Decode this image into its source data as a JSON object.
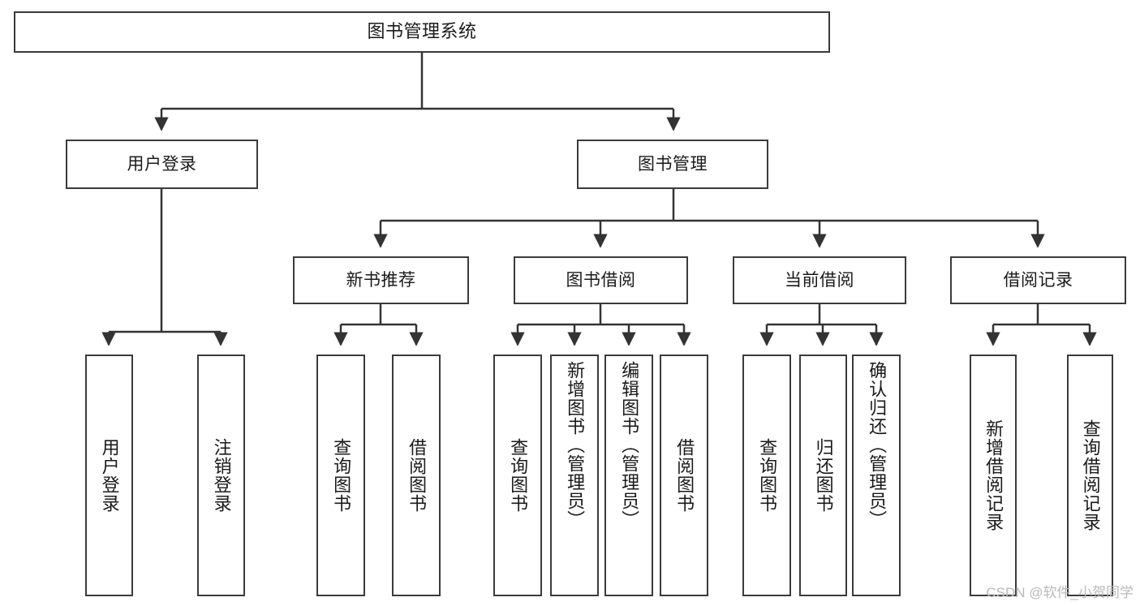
{
  "diagram": {
    "title": "图书管理系统",
    "type": "tree-hierarchy-diagram",
    "orientation": "top-down",
    "colors": {
      "box_border": "#3b3b3b",
      "box_fill": "#ffffff",
      "edge": "#333333",
      "text": "#1a1a1a",
      "watermark": "#b9b9b9",
      "background": "#ffffff"
    }
  },
  "nodes": {
    "root": {
      "label": "图书管理系统"
    },
    "level1": [
      {
        "label": "用户登录"
      },
      {
        "label": "图书管理"
      }
    ],
    "level2": [
      {
        "label": "新书推荐"
      },
      {
        "label": "图书借阅"
      },
      {
        "label": "当前借阅"
      },
      {
        "label": "借阅记录"
      }
    ],
    "leaves": {
      "user_login": [
        {
          "label": "用户登录"
        },
        {
          "label": "注销登录"
        }
      ],
      "new_book_recommend": [
        {
          "label": "查询图书"
        },
        {
          "label": "借阅图书"
        }
      ],
      "book_borrow": [
        {
          "label": "查询图书"
        },
        {
          "label": "新增图书（管理员）"
        },
        {
          "label": "编辑图书（管理员）"
        },
        {
          "label": "借阅图书"
        }
      ],
      "current_borrow": [
        {
          "label": "查询图书"
        },
        {
          "label": "归还图书"
        },
        {
          "label": "确认归还（管理员）"
        }
      ],
      "borrow_record": [
        {
          "label": "新增借阅记录"
        },
        {
          "label": "查询借阅记录"
        }
      ]
    }
  },
  "watermark": {
    "text": "CSDN @软件_小贺同学"
  }
}
